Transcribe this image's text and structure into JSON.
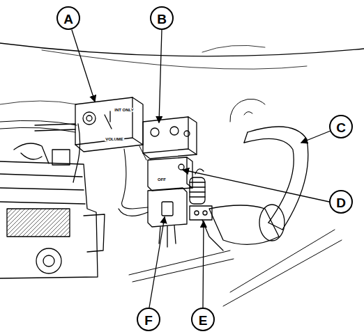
{
  "diagram": {
    "labels": [
      "A",
      "B",
      "C",
      "D",
      "E",
      "F",
      "INT ONLY",
      "VOLUME",
      "OFF"
    ]
  }
}
